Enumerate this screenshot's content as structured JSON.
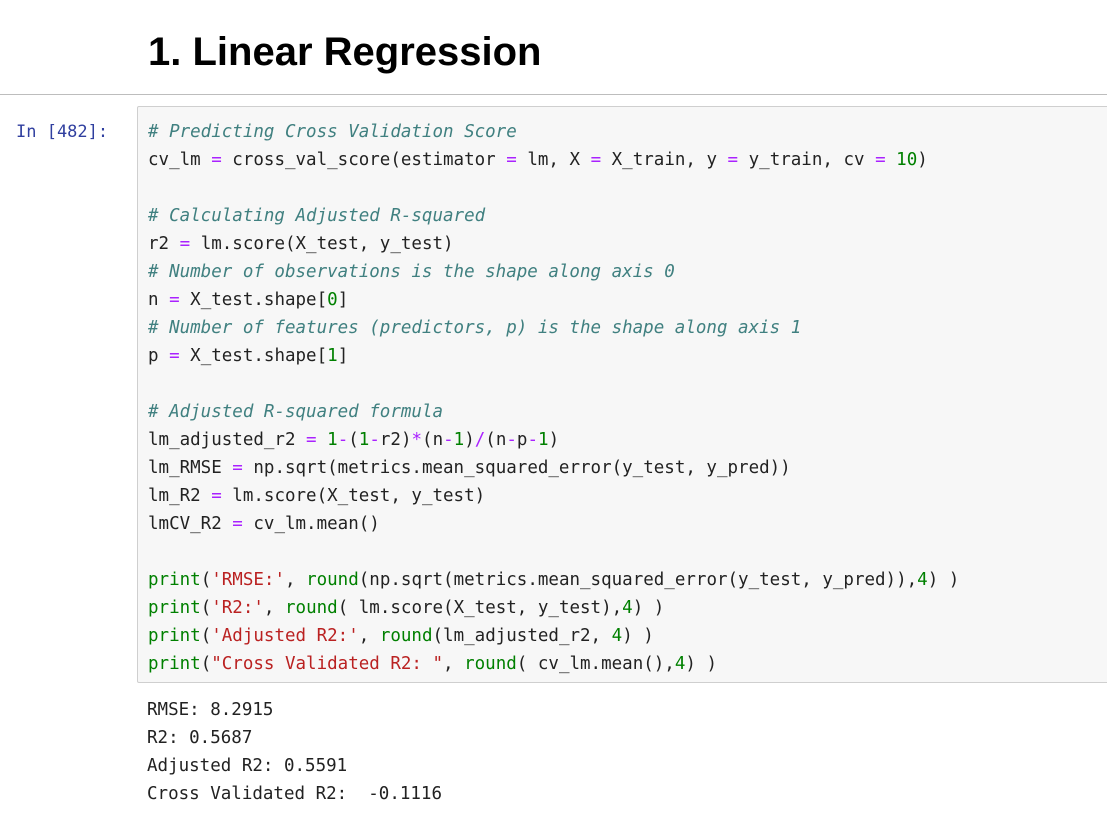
{
  "markdown_cell": {
    "heading": "1. Linear Regression"
  },
  "code_cell": {
    "prompt": "In [482]:",
    "lines": [
      [
        {
          "t": "c",
          "v": "# Predicting Cross Validation Score"
        }
      ],
      [
        {
          "t": "p",
          "v": "cv_lm "
        },
        {
          "t": "o",
          "v": "="
        },
        {
          "t": "p",
          "v": " cross_val_score(estimator "
        },
        {
          "t": "o",
          "v": "="
        },
        {
          "t": "p",
          "v": " lm, X "
        },
        {
          "t": "o",
          "v": "="
        },
        {
          "t": "p",
          "v": " X_train, y "
        },
        {
          "t": "o",
          "v": "="
        },
        {
          "t": "p",
          "v": " y_train, cv "
        },
        {
          "t": "o",
          "v": "="
        },
        {
          "t": "p",
          "v": " "
        },
        {
          "t": "n",
          "v": "10"
        },
        {
          "t": "p",
          "v": ")"
        }
      ],
      [],
      [
        {
          "t": "c",
          "v": "# Calculating Adjusted R-squared"
        }
      ],
      [
        {
          "t": "p",
          "v": "r2 "
        },
        {
          "t": "o",
          "v": "="
        },
        {
          "t": "p",
          "v": " lm.score(X_test, y_test)"
        }
      ],
      [
        {
          "t": "c",
          "v": "# Number of observations is the shape along axis 0"
        }
      ],
      [
        {
          "t": "p",
          "v": "n "
        },
        {
          "t": "o",
          "v": "="
        },
        {
          "t": "p",
          "v": " X_test.shape["
        },
        {
          "t": "n",
          "v": "0"
        },
        {
          "t": "p",
          "v": "]"
        }
      ],
      [
        {
          "t": "c",
          "v": "# Number of features (predictors, p) is the shape along axis 1"
        }
      ],
      [
        {
          "t": "p",
          "v": "p "
        },
        {
          "t": "o",
          "v": "="
        },
        {
          "t": "p",
          "v": " X_test.shape["
        },
        {
          "t": "n",
          "v": "1"
        },
        {
          "t": "p",
          "v": "]"
        }
      ],
      [],
      [
        {
          "t": "c",
          "v": "# Adjusted R-squared formula"
        }
      ],
      [
        {
          "t": "p",
          "v": "lm_adjusted_r2 "
        },
        {
          "t": "o",
          "v": "="
        },
        {
          "t": "p",
          "v": " "
        },
        {
          "t": "n",
          "v": "1"
        },
        {
          "t": "o",
          "v": "-"
        },
        {
          "t": "p",
          "v": "("
        },
        {
          "t": "n",
          "v": "1"
        },
        {
          "t": "o",
          "v": "-"
        },
        {
          "t": "p",
          "v": "r2)"
        },
        {
          "t": "o",
          "v": "*"
        },
        {
          "t": "p",
          "v": "(n"
        },
        {
          "t": "o",
          "v": "-"
        },
        {
          "t": "n",
          "v": "1"
        },
        {
          "t": "p",
          "v": ")"
        },
        {
          "t": "o",
          "v": "/"
        },
        {
          "t": "p",
          "v": "(n"
        },
        {
          "t": "o",
          "v": "-"
        },
        {
          "t": "p",
          "v": "p"
        },
        {
          "t": "o",
          "v": "-"
        },
        {
          "t": "n",
          "v": "1"
        },
        {
          "t": "p",
          "v": ")"
        }
      ],
      [
        {
          "t": "p",
          "v": "lm_RMSE "
        },
        {
          "t": "o",
          "v": "="
        },
        {
          "t": "p",
          "v": " np.sqrt(metrics.mean_squared_error(y_test, y_pred))"
        }
      ],
      [
        {
          "t": "p",
          "v": "lm_R2 "
        },
        {
          "t": "o",
          "v": "="
        },
        {
          "t": "p",
          "v": " lm.score(X_test, y_test)"
        }
      ],
      [
        {
          "t": "p",
          "v": "lmCV_R2 "
        },
        {
          "t": "o",
          "v": "="
        },
        {
          "t": "p",
          "v": " cv_lm.mean()"
        }
      ],
      [],
      [
        {
          "t": "b",
          "v": "print"
        },
        {
          "t": "p",
          "v": "("
        },
        {
          "t": "s",
          "v": "'RMSE:'"
        },
        {
          "t": "p",
          "v": ", "
        },
        {
          "t": "b",
          "v": "round"
        },
        {
          "t": "p",
          "v": "(np.sqrt(metrics.mean_squared_error(y_test, y_pred)),"
        },
        {
          "t": "n",
          "v": "4"
        },
        {
          "t": "p",
          "v": ") )"
        }
      ],
      [
        {
          "t": "b",
          "v": "print"
        },
        {
          "t": "p",
          "v": "("
        },
        {
          "t": "s",
          "v": "'R2:'"
        },
        {
          "t": "p",
          "v": ", "
        },
        {
          "t": "b",
          "v": "round"
        },
        {
          "t": "p",
          "v": "( lm.score(X_test, y_test),"
        },
        {
          "t": "n",
          "v": "4"
        },
        {
          "t": "p",
          "v": ") )"
        }
      ],
      [
        {
          "t": "b",
          "v": "print"
        },
        {
          "t": "p",
          "v": "("
        },
        {
          "t": "s",
          "v": "'Adjusted R2:'"
        },
        {
          "t": "p",
          "v": ", "
        },
        {
          "t": "b",
          "v": "round"
        },
        {
          "t": "p",
          "v": "(lm_adjusted_r2, "
        },
        {
          "t": "n",
          "v": "4"
        },
        {
          "t": "p",
          "v": ") )"
        }
      ],
      [
        {
          "t": "b",
          "v": "print"
        },
        {
          "t": "p",
          "v": "("
        },
        {
          "t": "s",
          "v": "\"Cross Validated R2: \""
        },
        {
          "t": "p",
          "v": ", "
        },
        {
          "t": "b",
          "v": "round"
        },
        {
          "t": "p",
          "v": "( cv_lm.mean(),"
        },
        {
          "t": "n",
          "v": "4"
        },
        {
          "t": "p",
          "v": ") )"
        }
      ]
    ]
  },
  "output": {
    "lines": [
      "RMSE: 8.2915",
      "R2: 0.5687",
      "Adjusted R2: 0.5591",
      "Cross Validated R2:  -0.1116"
    ]
  },
  "colors": {
    "comment": "#408080",
    "operator": "#aa22ff",
    "number": "#008000",
    "string": "#ba2121",
    "builtin": "#008000",
    "prompt": "#303f9f",
    "cell_background": "#f7f7f7"
  }
}
